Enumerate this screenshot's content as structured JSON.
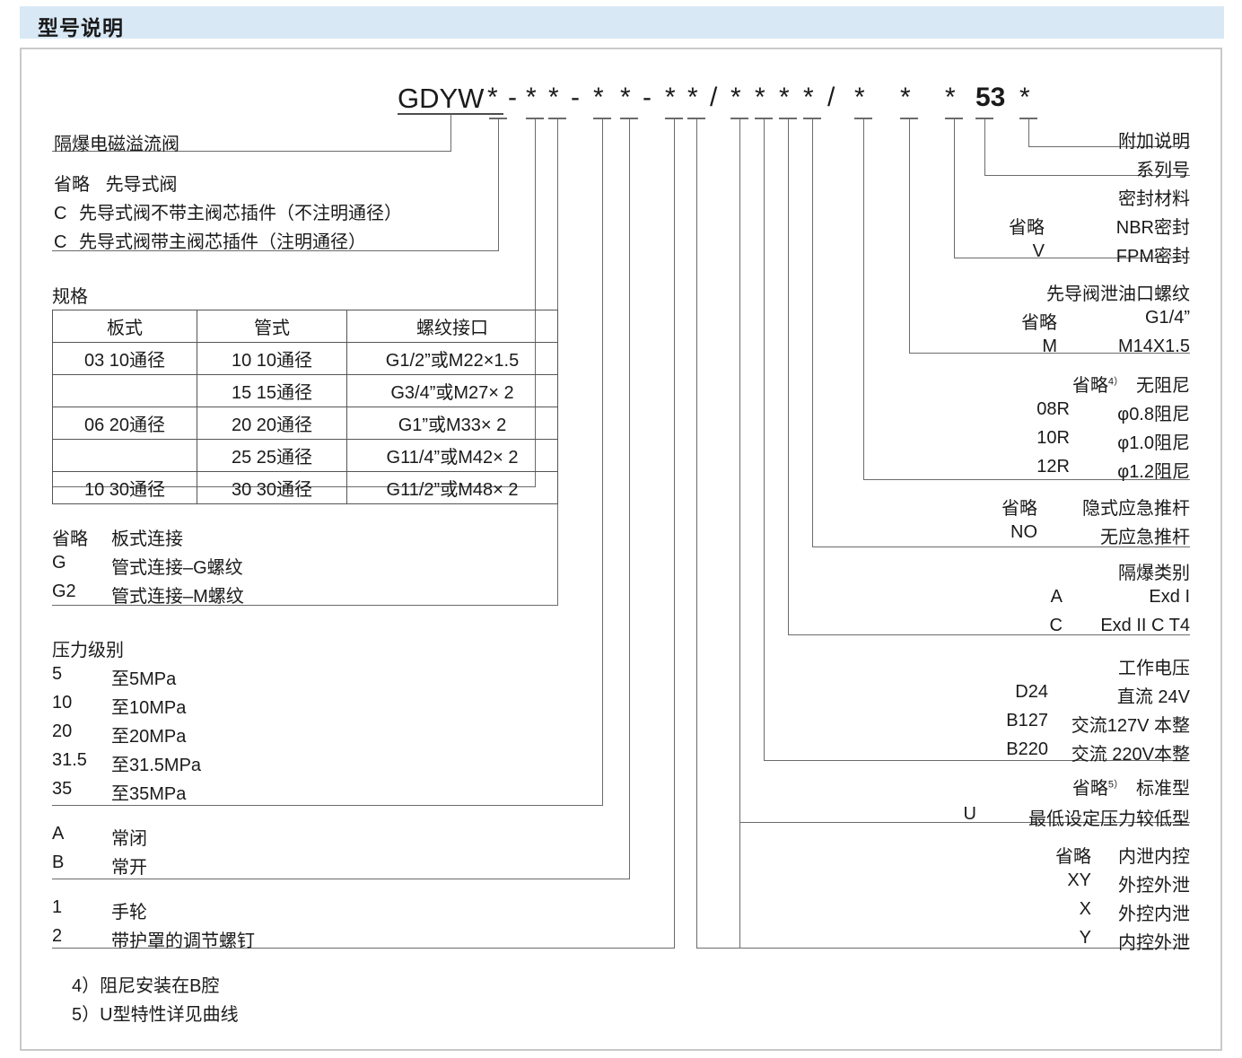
{
  "header": {
    "title": "型号说明"
  },
  "model_code": {
    "prefix": "GDYW",
    "tokens": [
      "*",
      "-",
      "*",
      "*",
      "-",
      "*",
      "*",
      "-",
      "*",
      "*",
      "/",
      "*",
      "*",
      "*",
      "*",
      "/",
      "*",
      "*",
      "*",
      "53",
      "*"
    ],
    "series_number_value": "53"
  },
  "left_blocks": [
    {
      "name": "product-name",
      "lines": [
        {
          "code": "",
          "desc": "隔爆电磁溢流阀"
        }
      ]
    },
    {
      "name": "pilot-type",
      "lines": [
        {
          "code": "省略",
          "desc": "先导式阀"
        },
        {
          "code": "C",
          "desc": "先导式阀不带主阀芯插件（不注明通径）"
        },
        {
          "code": "C",
          "desc": "先导式阀带主阀芯插件（注明通径）"
        }
      ]
    },
    {
      "name": "size-spec",
      "title": "规格"
    },
    {
      "name": "connection-type",
      "lines": [
        {
          "code": "省略",
          "desc": "板式连接"
        },
        {
          "code": "G",
          "desc": "管式连接–G螺纹"
        },
        {
          "code": "G2",
          "desc": "管式连接–M螺纹"
        }
      ]
    },
    {
      "name": "pressure-rating",
      "title": "压力级别",
      "lines": [
        {
          "code": "5",
          "desc": "至5MPa"
        },
        {
          "code": "10",
          "desc": "至10MPa"
        },
        {
          "code": "20",
          "desc": "至20MPa"
        },
        {
          "code": "31.5",
          "desc": "至31.5MPa"
        },
        {
          "code": "35",
          "desc": "至35MPa"
        }
      ]
    },
    {
      "name": "normal-state",
      "lines": [
        {
          "code": "A",
          "desc": "常闭"
        },
        {
          "code": "B",
          "desc": "常开"
        }
      ]
    },
    {
      "name": "adjust-type",
      "lines": [
        {
          "code": "1",
          "desc": "手轮"
        },
        {
          "code": "2",
          "desc": "带护罩的调节螺钉"
        }
      ]
    }
  ],
  "spec_table": {
    "title": "规格",
    "headers": [
      "板式",
      "管式",
      "螺纹接口"
    ],
    "rows": [
      [
        "03  10通径",
        "10  10通径",
        "G1/2”或M22×1.5"
      ],
      [
        "",
        "15  15通径",
        "G3/4”或M27× 2"
      ],
      [
        "06  20通径",
        "20  20通径",
        "G1”或M33× 2"
      ],
      [
        "",
        "25  25通径",
        "G11/4”或M42× 2"
      ],
      [
        "10  30通径",
        "30  30通径",
        "G11/2”或M48× 2"
      ]
    ]
  },
  "right_blocks": [
    {
      "name": "additional-note",
      "title": "附加说明",
      "lines": []
    },
    {
      "name": "series-number",
      "title": "系列号",
      "lines": []
    },
    {
      "name": "seal-material",
      "title": "密封材料",
      "lines": [
        {
          "code": "省略",
          "desc": "NBR密封"
        },
        {
          "code": "V",
          "desc": "FPM密封"
        }
      ]
    },
    {
      "name": "pilot-drain-thread",
      "title": "先导阀泄油口螺纹",
      "lines": [
        {
          "code": "省略",
          "desc": "G1/4”"
        },
        {
          "code": "M",
          "desc": "M14X1.5"
        }
      ]
    },
    {
      "name": "damping",
      "title": "",
      "lines": [
        {
          "code": "省略",
          "sup": "4）",
          "desc": "无阻尼"
        },
        {
          "code": "08R",
          "desc": "φ0.8阻尼"
        },
        {
          "code": "10R",
          "desc": "φ1.0阻尼"
        },
        {
          "code": "12R",
          "desc": "φ1.2阻尼"
        }
      ]
    },
    {
      "name": "emergency-push-rod",
      "title": "",
      "lines": [
        {
          "code": "省略",
          "desc": "隐式应急推杆"
        },
        {
          "code": "NO",
          "desc": "无应急推杆"
        }
      ]
    },
    {
      "name": "explosion-proof-class",
      "title": "隔爆类别",
      "lines": [
        {
          "code": "A",
          "desc": "Exd I"
        },
        {
          "code": "C",
          "desc": "Exd II C  T4"
        }
      ]
    },
    {
      "name": "working-voltage",
      "title": "工作电压",
      "lines": [
        {
          "code": "D24",
          "desc": "直流 24V"
        },
        {
          "code": "B127",
          "desc": "交流127V 本整"
        },
        {
          "code": "B220",
          "desc": "交流 220V本整"
        }
      ]
    },
    {
      "name": "pressure-type",
      "title": "",
      "lines": [
        {
          "code": "省略",
          "sup": "5）",
          "desc": "标准型"
        },
        {
          "code": "U",
          "desc": "最低设定压力较低型"
        }
      ]
    },
    {
      "name": "control-drain",
      "title": "",
      "lines": [
        {
          "code": "省略",
          "desc": "内泄内控"
        },
        {
          "code": "XY",
          "desc": "外控外泄"
        },
        {
          "code": "X",
          "desc": "外控内泄"
        },
        {
          "code": "Y",
          "desc": "内控外泄"
        }
      ]
    }
  ],
  "footnotes": [
    "4）阻尼安装在B腔",
    "5）U型特性详见曲线"
  ],
  "colors": {
    "header_bg": "#d8e8f5",
    "frame_border": "#c9c9c9",
    "line": "#6b6b6b",
    "text": "#1a1a1a"
  }
}
